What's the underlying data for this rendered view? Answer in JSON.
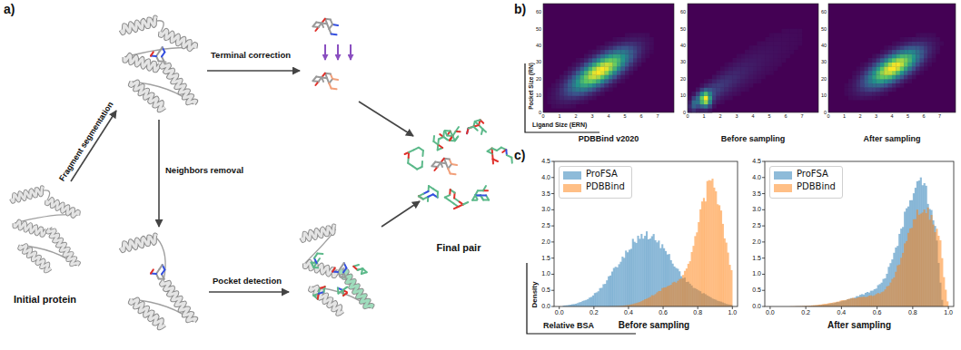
{
  "diagram": {
    "nodes": [
      {
        "text": [
          "Initial protein"
        ]
      },
      {
        "text": [
          "Final pair"
        ]
      }
    ],
    "labels": [
      "a)",
      "Fragment segmentation",
      "Terminal correction",
      "Neighbors removal",
      "Pocket detection",
      "b)",
      "Pocket Size (RN)",
      "Ligand Size (ERN)",
      "PDBBind v2020",
      "Before sampling",
      "After sampling",
      "c)",
      "Density",
      "Relative BSA",
      "Before sampling",
      "After sampling",
      "0",
      "10",
      "20",
      "30",
      "40",
      "50",
      "60",
      "0",
      "1",
      "2",
      "3",
      "4",
      "5",
      "6",
      "7",
      "0",
      "10",
      "20",
      "30",
      "40",
      "50",
      "60",
      "0",
      "1",
      "2",
      "3",
      "4",
      "5",
      "6",
      "7",
      "0",
      "10",
      "20",
      "30",
      "40",
      "50",
      "60",
      "0",
      "1",
      "2",
      "3",
      "4",
      "5",
      "6",
      "7",
      "0.0",
      "0.5",
      "1.0",
      "1.5",
      "2.0",
      "2.5",
      "3.0",
      "3.5",
      "4.0",
      "4.5",
      "0.0",
      "0.2",
      "0.4",
      "0.6",
      "0.8",
      "1.0",
      "0.0",
      "0.5",
      "1.0",
      "1.5",
      "2.0",
      "2.5",
      "3.0",
      "3.5",
      "4.0",
      "4.5",
      "0.0",
      "0.2",
      "0.4",
      "0.6",
      "0.8",
      "1.0"
    ],
    "legend": [
      {
        "text": "ProFSA",
        "color": "#8ebbd9"
      },
      {
        "text": "PDBBind",
        "color": "#ffbf86"
      },
      {
        "text": "ProFSA",
        "color": "#8ebbd9"
      },
      {
        "text": "PDBBind",
        "color": "#ffbf86"
      }
    ]
  }
}
